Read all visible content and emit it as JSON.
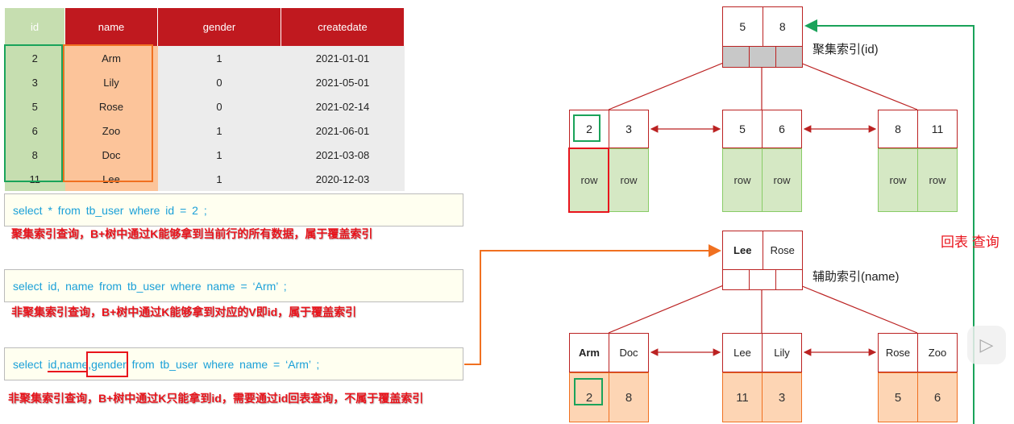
{
  "table": {
    "headers": [
      "id",
      "name",
      "gender",
      "createdate"
    ],
    "rows": [
      [
        "2",
        "Arm",
        "1",
        "2021-01-01"
      ],
      [
        "3",
        "Lily",
        "0",
        "2021-05-01"
      ],
      [
        "5",
        "Rose",
        "0",
        "2021-02-14"
      ],
      [
        "6",
        "Zoo",
        "1",
        "2021-06-01"
      ],
      [
        "8",
        "Doc",
        "1",
        "2021-03-08"
      ],
      [
        "11",
        "Lee",
        "1",
        "2020-12-03"
      ]
    ]
  },
  "queries": [
    {
      "sql": "select  *  from  tb_user  where  id  =  2 ;",
      "note": "聚集索引查询，B+树中通过K能够拿到当前行的所有数据，属于覆盖索引"
    },
    {
      "sql": "select  id, name  from  tb_user  where  name = ‘Arm’ ;",
      "note": "非聚集索引查询，B+树中通过K能够拿到对应的V即id，属于覆盖索引"
    },
    {
      "sql_prefix": "select ",
      "sql_cols": "id,name",
      "sql_gender": ",gender",
      "sql_rest": " from  tb_user  where  name = ‘Arm’ ;",
      "note": "非聚集索引查询，B+树中通过K只能拿到id，需要通过id回表查询，不属于覆盖索引"
    }
  ],
  "clustered": {
    "label": "聚集索引(id)",
    "root": [
      "5",
      "8"
    ],
    "leaves": [
      {
        "keys": [
          "2",
          "3"
        ],
        "rows": [
          "row",
          "row"
        ]
      },
      {
        "keys": [
          "5",
          "6"
        ],
        "rows": [
          "row",
          "row"
        ]
      },
      {
        "keys": [
          "8",
          "11"
        ],
        "rows": [
          "row",
          "row"
        ]
      }
    ]
  },
  "secondary": {
    "label": "辅助索引(name)",
    "root": [
      "Lee",
      "Rose"
    ],
    "leaves": [
      {
        "keys": [
          "Arm",
          "Doc"
        ],
        "vals": [
          "2",
          "8"
        ]
      },
      {
        "keys": [
          "Lee",
          "Lily"
        ],
        "vals": [
          "11",
          "3"
        ]
      },
      {
        "keys": [
          "Rose",
          "Zoo"
        ],
        "vals": [
          "5",
          "6"
        ]
      }
    ]
  },
  "lookup_label": "回表 查询",
  "colors": {
    "header": "#c0191f",
    "green": "#1aa35a",
    "orange": "#f07020",
    "sql": "#1aa0d8"
  }
}
